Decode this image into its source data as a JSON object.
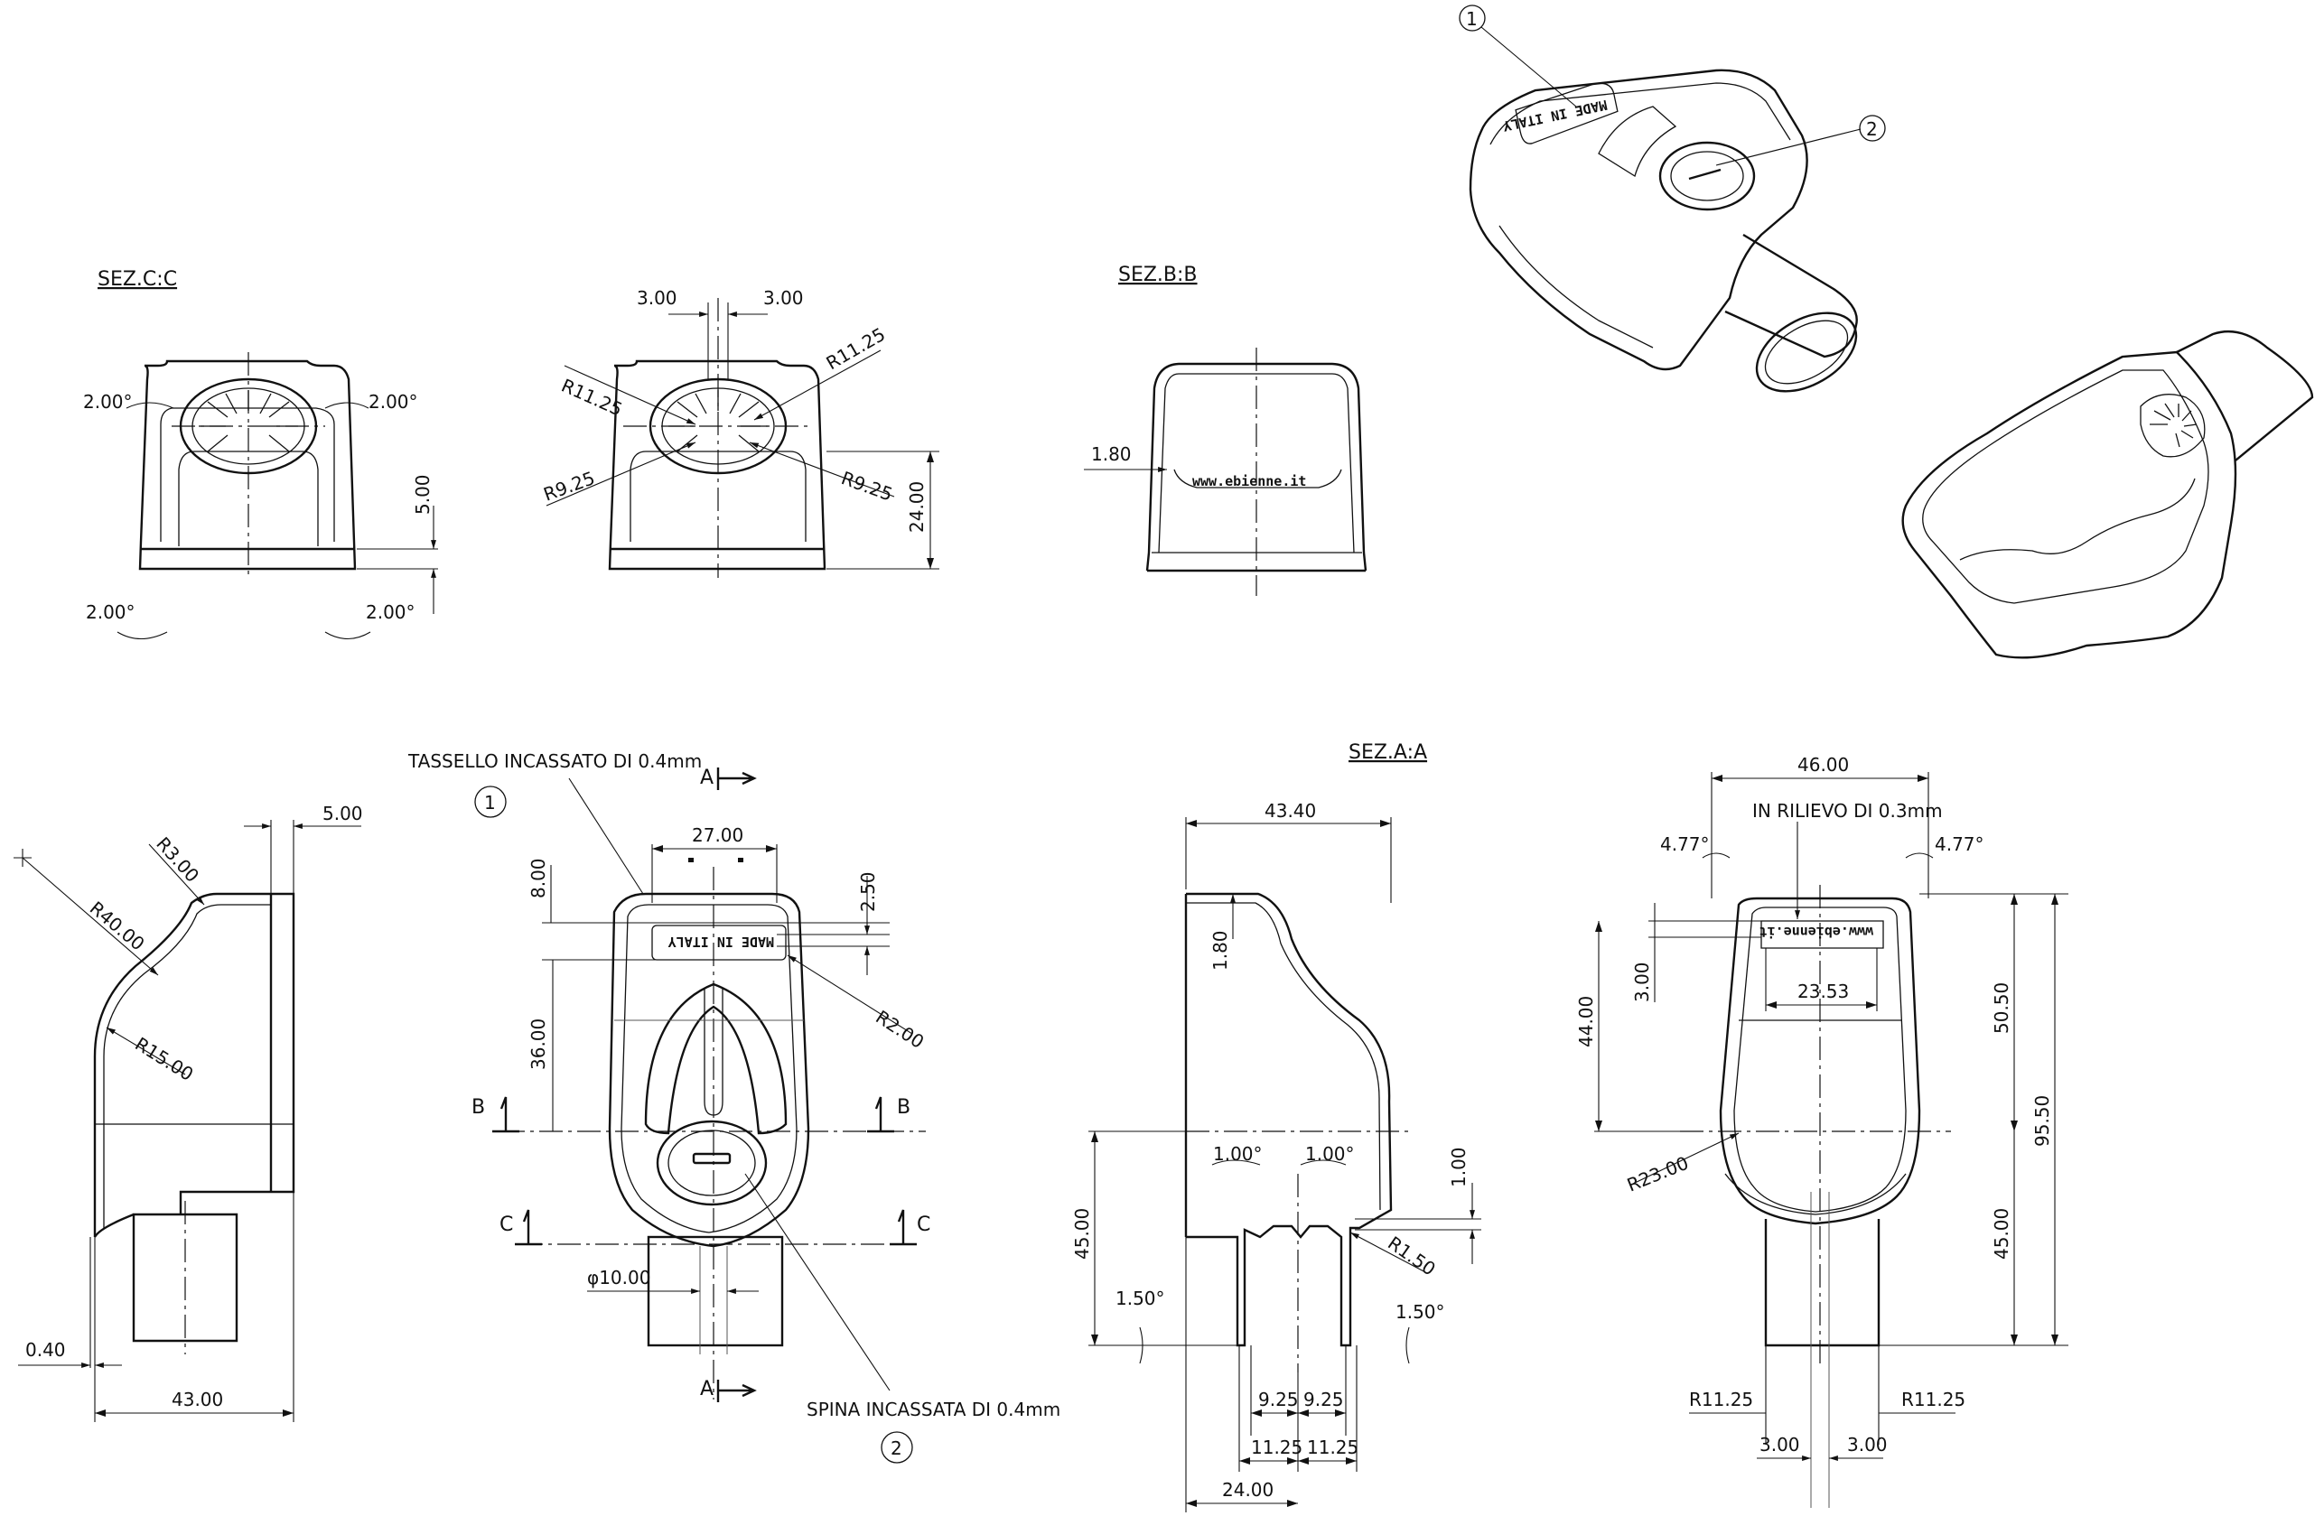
{
  "section_titles": {
    "cc": "SEZ.C:C",
    "bb": "SEZ.B:B",
    "aa": "SEZ.A:A"
  },
  "notes": {
    "tassello": "TASSELLO INCASSATO DI 0.4mm",
    "spina": "SPINA INCASSATA DI 0.4mm",
    "rilievo": "IN RILIEVO DI 0.3mm"
  },
  "balloons": [
    "1",
    "2"
  ],
  "embossed": {
    "made_in_italy": "MADE IN ITALY",
    "website": "www.ebienne.it"
  },
  "section_markers": {
    "a": "A",
    "b": "B",
    "c": "C"
  },
  "dims": {
    "cc_tl": "2.00°",
    "cc_tr": "2.00°",
    "cc_bl": "2.00°",
    "cc_br": "2.00°",
    "cc_h": "5.00",
    "f2_w1": "3.00",
    "f2_w2": "3.00",
    "f2_r1": "R11.25",
    "f2_r2": "R11.25",
    "f2_r3": "R9.25",
    "f2_r4": "R9.25",
    "f2_h": "24.00",
    "bb_t": "1.80",
    "sv_top": "5.00",
    "sv_r3": "R3.00",
    "sv_r40": "R40.00",
    "sv_r15": "R15.00",
    "sv_b": "0.40",
    "sv_w": "43.00",
    "fv_w": "27.00",
    "fv_h1": "8.00",
    "fv_h2": "2.50",
    "fv_h3": "36.00",
    "fv_r2": "R2.00",
    "fv_d": "φ10.00",
    "aa_w": "43.40",
    "aa_t": "1.80",
    "aa_a1": "1.00°",
    "aa_a2": "1.00°",
    "aa_c": "1.00",
    "aa_r": "R1.50",
    "aa_h": "45.00",
    "aa_a3": "1.50°",
    "aa_a4": "1.50°",
    "aa_d1": "9.25",
    "aa_d2": "9.25",
    "aa_d3": "11.25",
    "aa_d4": "11.25",
    "aa_w2": "24.00",
    "bv_w": "46.00",
    "bv_a1": "4.77°",
    "bv_a2": "4.77°",
    "bv_w2": "23.53",
    "bv_h1": "3.00",
    "bv_h2": "44.00",
    "bv_h3": "50.50",
    "bv_h4": "95.50",
    "bv_h5": "45.00",
    "bv_r23": "R23.00",
    "bv_r1": "R11.25",
    "bv_r2": "R11.25",
    "bv_d1": "3.00",
    "bv_d2": "3.00"
  }
}
